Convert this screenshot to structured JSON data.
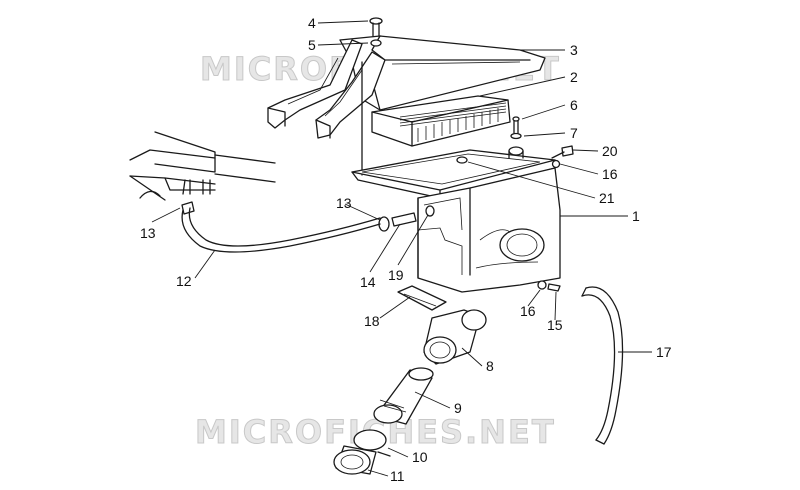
{
  "diagram": {
    "kind": "exploded-parts-diagram",
    "subject": "air filter box assembly",
    "watermark": "MICROFICHES.NET",
    "callouts": [
      "1",
      "2",
      "3",
      "4",
      "5",
      "6",
      "7",
      "8",
      "9",
      "10",
      "11",
      "12",
      "13",
      "13",
      "14",
      "15",
      "16",
      "16",
      "17",
      "18",
      "19",
      "20",
      "21"
    ],
    "colors": {
      "line": "#1a1a1a",
      "background": "#ffffff",
      "watermark": "#e6e6e6"
    }
  }
}
